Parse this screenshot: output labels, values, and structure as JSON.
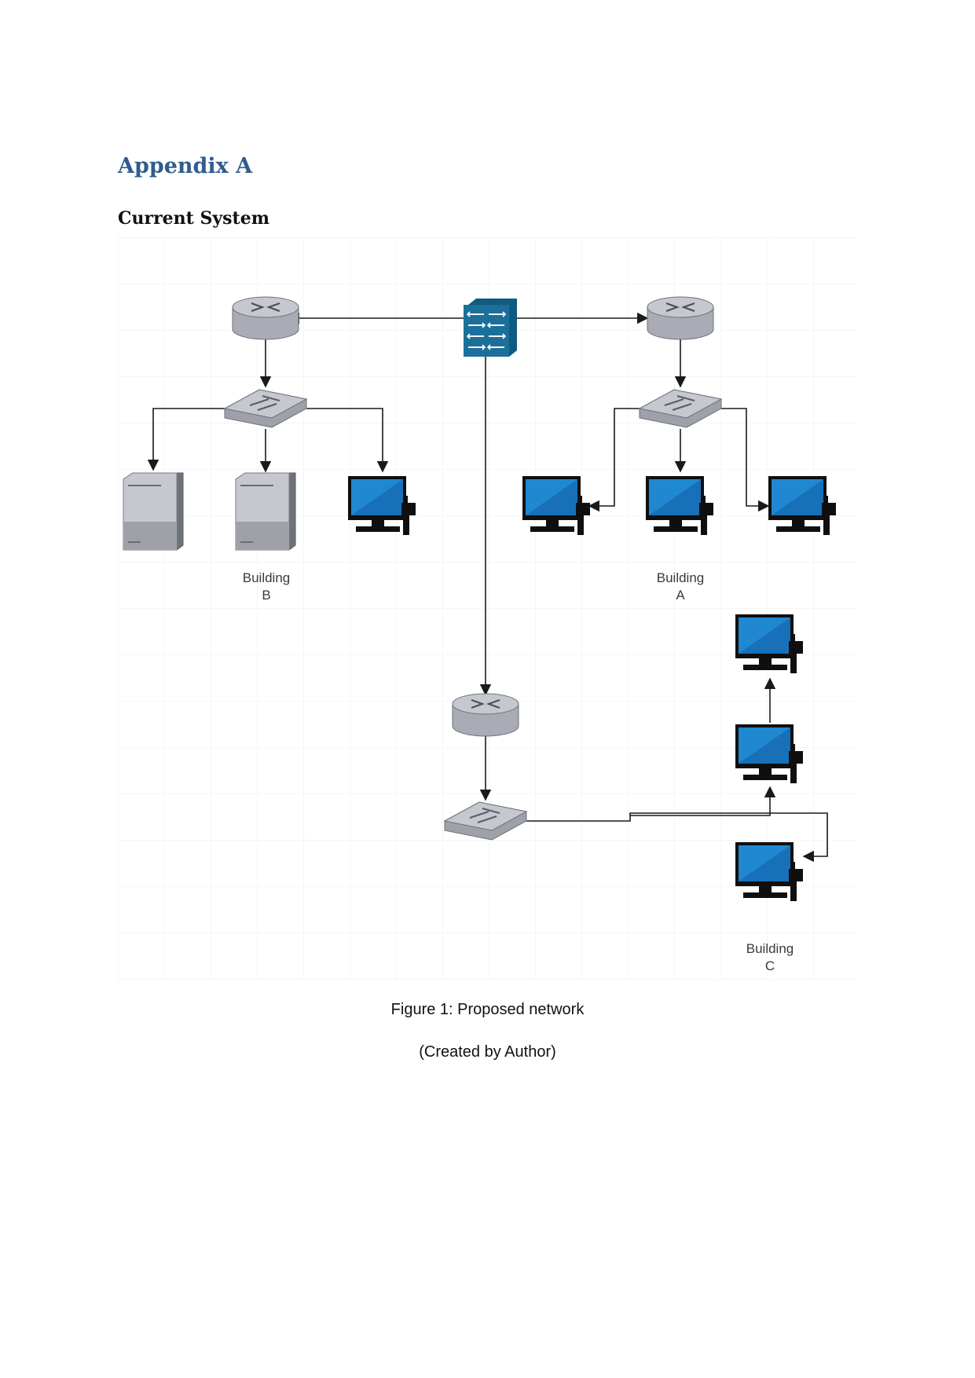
{
  "heading": "Appendix A",
  "subheading": "Current System",
  "diagram": {
    "buildings": {
      "b": {
        "line1": "Building",
        "line2": "B"
      },
      "a": {
        "line1": "Building",
        "line2": "A"
      },
      "c": {
        "line1": "Building",
        "line2": "C"
      }
    },
    "colors": {
      "router": "#b7b9c2",
      "switch": "#b4b6bf",
      "firewall": "#1b6f9a",
      "monitor_screen": "#1f88d0",
      "server": "#b5b8be",
      "grid": "#ececec"
    }
  },
  "caption": {
    "figure": "Figure 1: Proposed network",
    "credit": "(Created by Author)"
  }
}
